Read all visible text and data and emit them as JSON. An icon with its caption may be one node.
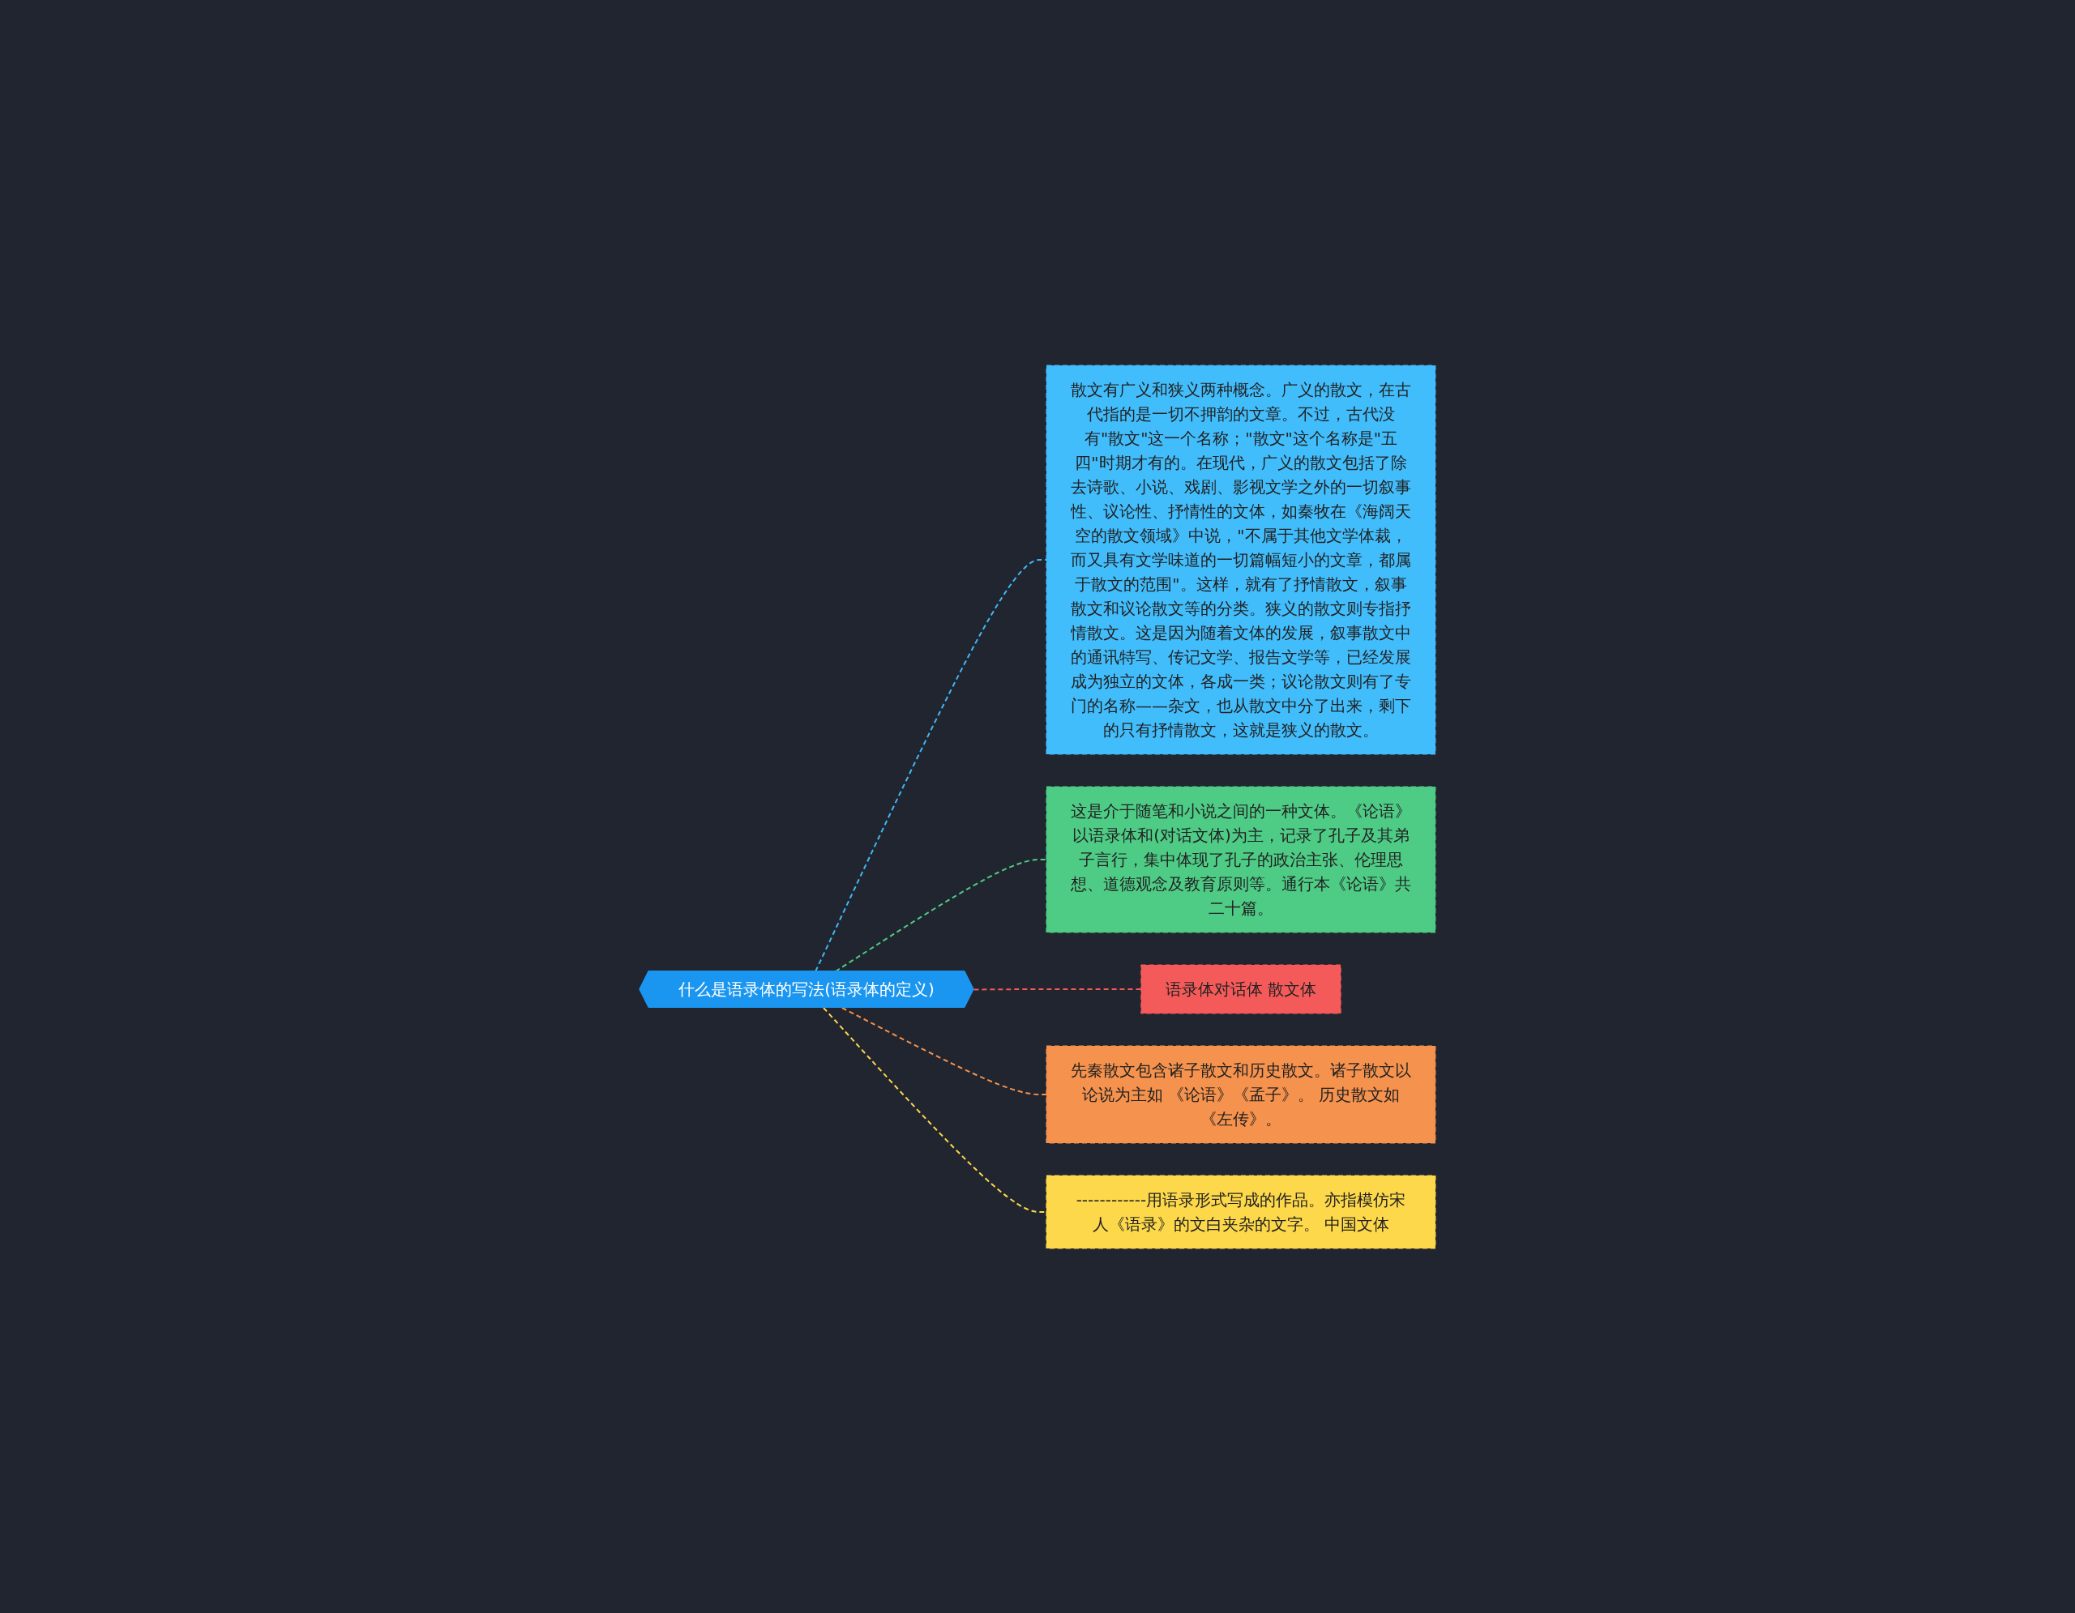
{
  "diagram": {
    "nodes": [
      {
        "text": [
          "什么是语录体的写法(语录体的定义)"
        ]
      },
      {
        "text": [
          "散文有广义和狭义两种概念。广义的散文，在古代指的是一切不押韵的文章。不过，古代没有\"散文\"这一个名称；\"散文\"这个名称是\"五四\"时期才有的。在现代，广义的散文包括了除去诗歌、小说、戏剧、影视文学之外的一切叙事性、议论性、抒情性的文体，如秦牧在《海阔天空的散文领域》中说，\"不属于其他文学体裁，而又具有文学味道的一切篇幅短小的文章，都属于散文的范围\"。这样，就有了抒情散文，叙事散文和议论散文等的分类。狭义的散文则专指抒情散文。这是因为随着文体的发展，叙事散文中的通讯特写、传记文学、报告文学等，已经发展成为独立的文体，各成一类；议论散文则有了专门的名称——杂文，也从散文中分了出来，剩下的只有抒情散文，这就是狭义的散文。"
        ]
      },
      {
        "text": [
          "这是介于随笔和小说之间的一种文体。《论语》以语录体和(对话文体)为主，记录了孔子及其弟子言行，集中体现了孔子的政治主张、伦理思想、道德观念及教育原则等。通行本《论语》共二十篇。"
        ]
      },
      {
        "text": [
          "语录体对话体 散文体"
        ]
      },
      {
        "text": [
          "先秦散文包含诸子散文和历史散文。诸子散文以论说为主如 《论语》《孟子》。 历史散文如《左传》。"
        ]
      },
      {
        "text": [
          "------------用语录形式写成的作品。亦指模仿宋人《语录》的文白夹杂的文字。 中国文体"
        ]
      }
    ],
    "edges": [
      {
        "from": 0,
        "to": 1,
        "arrow": "none",
        "style": "dashed",
        "color": "#3fb8f5"
      },
      {
        "from": 0,
        "to": 2,
        "arrow": "none",
        "style": "dashed",
        "color": "#4ecb85"
      },
      {
        "from": 0,
        "to": 3,
        "arrow": "none",
        "style": "dashed",
        "color": "#f55a5a"
      },
      {
        "from": 0,
        "to": 4,
        "arrow": "none",
        "style": "dashed",
        "color": "#f5924d"
      },
      {
        "from": 0,
        "to": 5,
        "arrow": "none",
        "style": "dashed",
        "color": "#fdd84a"
      }
    ]
  }
}
